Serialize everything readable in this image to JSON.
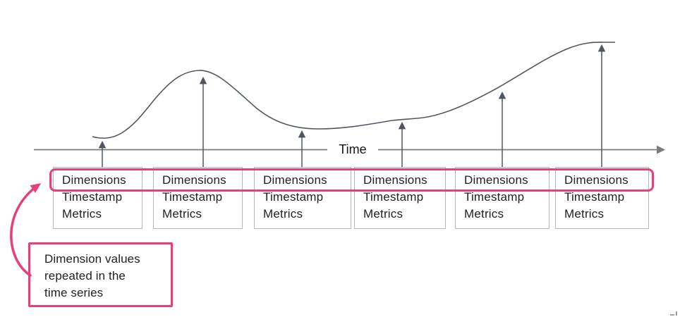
{
  "axis": {
    "label": "Time"
  },
  "boxes": [
    {
      "lines": [
        "Dimensions",
        "Timestamp",
        "Metrics"
      ]
    },
    {
      "lines": [
        "Dimensions",
        "Timestamp",
        "Metrics"
      ]
    },
    {
      "lines": [
        "Dimensions",
        "Timestamp",
        "Metrics"
      ]
    },
    {
      "lines": [
        "Dimensions",
        "Timestamp",
        "Metrics"
      ]
    },
    {
      "lines": [
        "Dimensions",
        "Timestamp",
        "Metrics"
      ]
    },
    {
      "lines": [
        "Dimensions",
        "Timestamp",
        "Metrics"
      ]
    }
  ],
  "annotation": {
    "lines": [
      "Dimension values",
      "repeated in the",
      "time series"
    ]
  },
  "icons": {
    "up-arrow-icon": "filled triangle pointing up",
    "right-arrow-icon": "filled triangle pointing right",
    "curved-pink-arrow-icon": "curved arrow pointing to highlighted row"
  },
  "colors": {
    "pink": "#e93e7b",
    "stroke": "#4e5761",
    "axis": "#7b7b80",
    "box_border": "#b6b6bc",
    "text": "#1f1f1f"
  }
}
